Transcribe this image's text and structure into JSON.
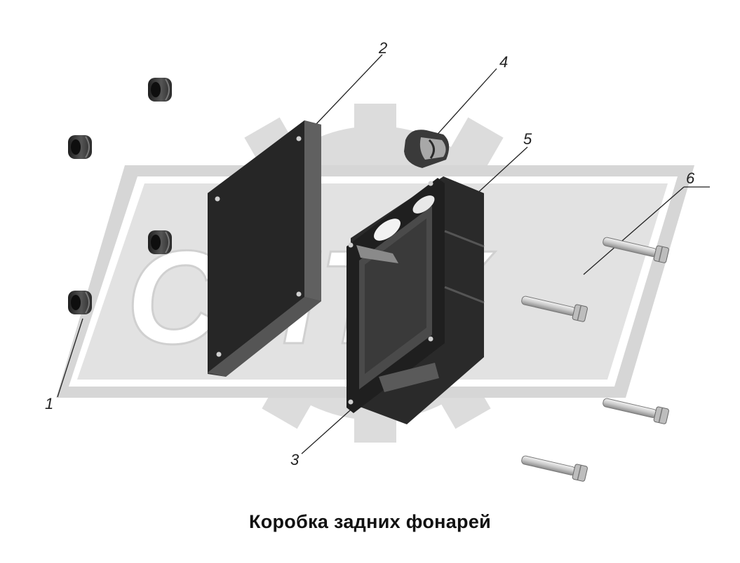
{
  "watermark": {
    "text": "СПТХ",
    "icon": "gear-logo-icon",
    "color": "#d8d8d8"
  },
  "callouts": [
    "1",
    "2",
    "3",
    "4",
    "5",
    "6"
  ],
  "caption": "Коробка задних фонарей",
  "colors": {
    "part_dark": "#2a2a2a",
    "part_mid": "#555555",
    "leader": "#222222"
  }
}
